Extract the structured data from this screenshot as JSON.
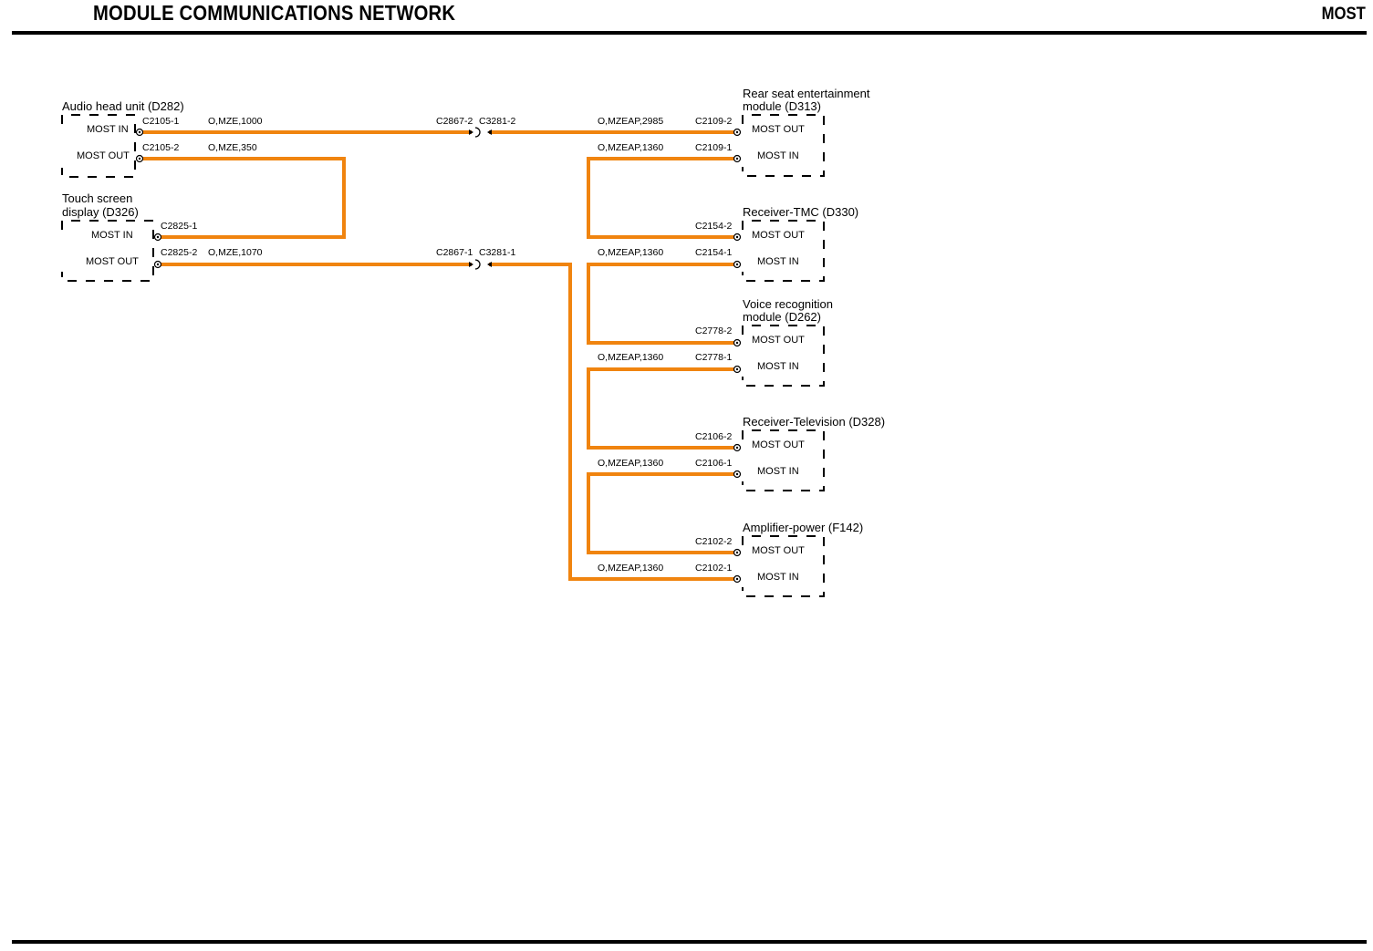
{
  "header": {
    "title": "MODULE COMMUNICATIONS NETWORK",
    "section": "MOST"
  },
  "colors": {
    "wire": "#f0840f",
    "text": "#000000",
    "background": "#ffffff"
  },
  "modules": {
    "audio_head_unit": {
      "title": "Audio head unit (D282)",
      "pin_in": "MOST IN",
      "pin_out": "MOST OUT"
    },
    "touch_screen": {
      "title_line1": "Touch screen",
      "title_line2": "display (D326)",
      "pin_in": "MOST IN",
      "pin_out": "MOST OUT"
    },
    "rear_seat": {
      "title_line1": "Rear seat entertainment",
      "title_line2": "module (D313)",
      "pin_out": "MOST OUT",
      "pin_in": "MOST IN"
    },
    "receiver_tmc": {
      "title": "Receiver-TMC (D330)",
      "pin_out": "MOST OUT",
      "pin_in": "MOST IN"
    },
    "voice_recognition": {
      "title_line1": "Voice recognition",
      "title_line2": "module (D262)",
      "pin_out": "MOST OUT",
      "pin_in": "MOST IN"
    },
    "receiver_tv": {
      "title": "Receiver-Television (D328)",
      "pin_out": "MOST OUT",
      "pin_in": "MOST IN"
    },
    "amplifier": {
      "title": "Amplifier-power (F142)",
      "pin_out": "MOST OUT",
      "pin_in": "MOST IN"
    }
  },
  "connectors": {
    "c2105_1": "C2105-1",
    "c2105_2": "C2105-2",
    "c2825_1": "C2825-1",
    "c2825_2": "C2825-2",
    "c2867_2": "C2867-2",
    "c3281_2": "C3281-2",
    "c2867_1": "C2867-1",
    "c3281_1": "C3281-1",
    "c2109_2": "C2109-2",
    "c2109_1": "C2109-1",
    "c2154_2": "C2154-2",
    "c2154_1": "C2154-1",
    "c2778_2": "C2778-2",
    "c2778_1": "C2778-1",
    "c2106_2": "C2106-2",
    "c2106_1": "C2106-1",
    "c2102_2": "C2102-2",
    "c2102_1": "C2102-1"
  },
  "wires": {
    "w1": "O,MZE,1000",
    "w2": "O,MZE,350",
    "w3": "O,MZE,1070",
    "w4": "O,MZEAP,2985",
    "w5": "O,MZEAP,1360",
    "w6": "O,MZEAP,1360",
    "w7": "O,MZEAP,1360",
    "w8": "O,MZEAP,1360",
    "w9": "O,MZEAP,1360"
  }
}
